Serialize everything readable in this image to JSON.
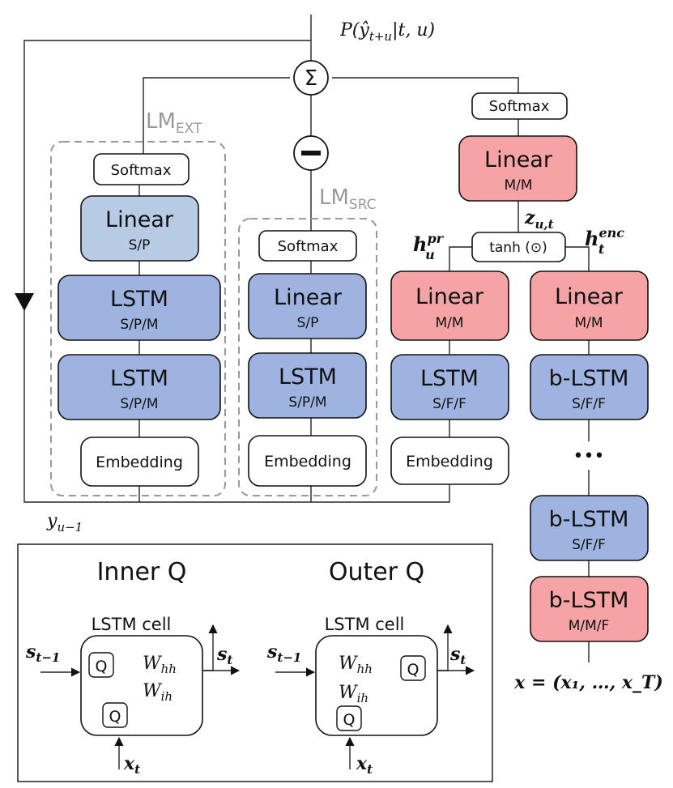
{
  "top_output": "P(ŷ_{t+u} | t, u)",
  "sum_symbol": "Σ",
  "minus_symbol": "−",
  "lm_ext": {
    "label": "LM",
    "sub": "EXT",
    "softmax": "Softmax",
    "linear": "Linear",
    "linear_sub": "S/P",
    "lstm1": "LSTM",
    "lstm1_sub": "S/P/M",
    "lstm2": "LSTM",
    "lstm2_sub": "S/P/M",
    "embedding": "Embedding"
  },
  "lm_src": {
    "label": "LM",
    "sub": "SRC",
    "softmax": "Softmax",
    "linear": "Linear",
    "linear_sub": "S/P",
    "lstm": "LSTM",
    "lstm_sub": "S/P/M",
    "embedding": "Embedding"
  },
  "joint": {
    "softmax": "Softmax",
    "linear": "Linear",
    "linear_sub": "M/M",
    "z_label": "z",
    "z_sub": "u,t",
    "tanh": "tanh (⊙)"
  },
  "prediction": {
    "h_label": "h",
    "h_sup": "pr",
    "h_sub": "u",
    "linear": "Linear",
    "linear_sub": "M/M",
    "lstm": "LSTM",
    "lstm_sub": "S/F/F",
    "embedding": "Embedding"
  },
  "encoder": {
    "h_label": "h",
    "h_sup": "enc",
    "h_sub": "t",
    "linear": "Linear",
    "linear_sub": "M/M",
    "blstm1": "b-LSTM",
    "blstm1_sub": "S/F/F",
    "dots": "•••",
    "blstm2": "b-LSTM",
    "blstm2_sub": "S/F/F",
    "blstm3": "b-LSTM",
    "blstm3_sub": "M/M/F",
    "input": "x = (x₁, …, x_T)"
  },
  "y_label": "y",
  "y_sub": "u−1",
  "legend": {
    "inner": {
      "title": "Inner Q",
      "cell": "LSTM cell",
      "q1": "Q",
      "q2": "Q",
      "whh": "W",
      "whh_sub": "hh",
      "wih": "W",
      "wih_sub": "ih",
      "s_in": "s",
      "s_in_sub": "t−1",
      "s_out": "s",
      "s_out_sub": "t",
      "x": "x",
      "x_sub": "t"
    },
    "outer": {
      "title": "Outer Q",
      "cell": "LSTM cell",
      "q1": "Q",
      "q2": "Q",
      "whh": "W",
      "whh_sub": "hh",
      "wih": "W",
      "wih_sub": "ih",
      "s_in": "s",
      "s_in_sub": "t−1",
      "s_out": "s",
      "s_out_sub": "t",
      "x": "x",
      "x_sub": "t"
    }
  },
  "colors": {
    "blue": "#9fb3e0",
    "light_blue": "#b8cbe4",
    "red": "#f5a3a5",
    "dashed": "#999999"
  }
}
